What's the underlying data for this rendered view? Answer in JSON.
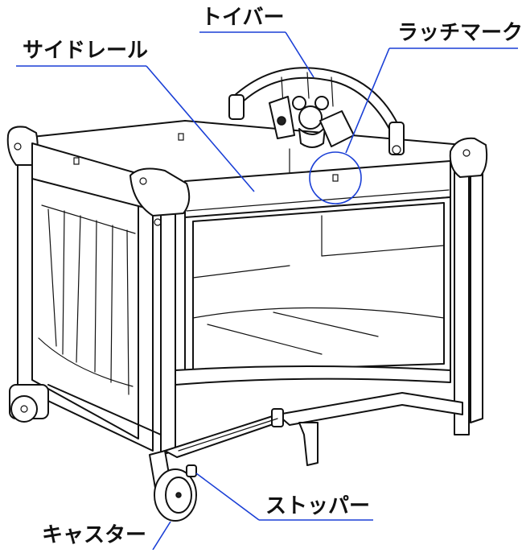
{
  "labels": {
    "toy_bar": "トイバー",
    "side_rail": "サイドレール",
    "latch_mark": "ラッチマーク",
    "stopper": "ストッパー",
    "caster": "キャスター"
  },
  "colors": {
    "leader_line": "#1a3fd6",
    "ink": "#111111"
  }
}
